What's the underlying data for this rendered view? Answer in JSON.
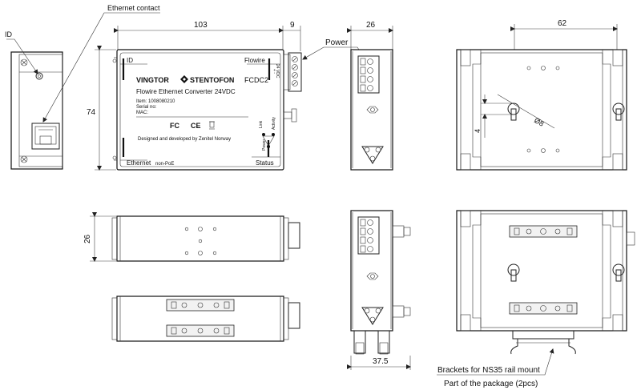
{
  "callouts": {
    "ethernet_contact": "Ethernet contact",
    "id": "ID",
    "power": "Power",
    "brackets_line1": "Brackets for NS35 rail mount",
    "brackets_line2": "Part of the package (2pcs)"
  },
  "dimensions": {
    "width_103": "103",
    "width_9": "9",
    "height_74": "74",
    "depth_26_top": "26",
    "width_62": "62",
    "hole_4": "4",
    "hole_diameter": "Ø8",
    "depth_26_side": "26",
    "width_37_5": "37.5"
  },
  "label": {
    "id": "ID",
    "flowire": "Flowire",
    "brand_left": "VINGTOR",
    "brand_right": "STENTOFON",
    "model": "FCDC2",
    "product_name": "Flowire Ethernet Converter 24VDC",
    "item": "Item:  1008080210",
    "serial": "Serial no:",
    "mac": "MAC:",
    "cert_fcc": "FC",
    "cert_ce": "CE",
    "designed": "Designed and developed by Zenitel Norway",
    "ethernet": "Ethernet",
    "non_poe": "non-PoE",
    "status": "Status",
    "led_link": "Link",
    "led_activity": "Activity",
    "led_power": "Power",
    "voltage": "24 VDC",
    "polarity": "+ -"
  }
}
